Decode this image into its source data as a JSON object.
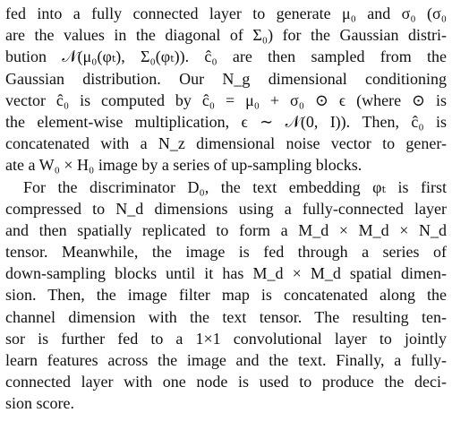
{
  "paragraphs": [
    {
      "lines": [
        "fed into a fully connected layer to generate μ₀ and σ₀ (σ₀",
        "are the values in the diagonal of Σ₀) for the Gaussian distri-",
        "bution 𝒩(μ₀(φₜ), Σ₀(φₜ)).  ĉ₀ are then sampled from the",
        "Gaussian distribution.  Our N_g dimensional conditioning",
        "vector ĉ₀ is computed by ĉ₀ = μ₀ + σ₀ ⊙ ϵ (where ⊙ is",
        "the element-wise multiplication, ϵ ∼ 𝒩(0, I)). Then, ĉ₀ is",
        "concatenated with a N_z dimensional noise vector to gener-",
        "ate a W₀ × H₀ image by a series of up-sampling blocks."
      ]
    },
    {
      "lines": [
        "For the discriminator D₀, the text embedding φₜ is first",
        "compressed to N_d dimensions using a fully-connected layer",
        "and then spatially replicated to form a M_d × M_d × N_d",
        "tensor.  Meanwhile, the image is fed through a series of",
        "down-sampling blocks until it has M_d × M_d spatial dimen-",
        "sion. Then, the image filter map is concatenated along the",
        "channel dimension with the text tensor. The resulting ten-",
        "sor is further fed to a 1×1 convolutional layer to jointly",
        "learn features across the image and the text. Finally, a fully-",
        "connected layer with one node is used to produce the deci-",
        "sion score."
      ]
    }
  ]
}
